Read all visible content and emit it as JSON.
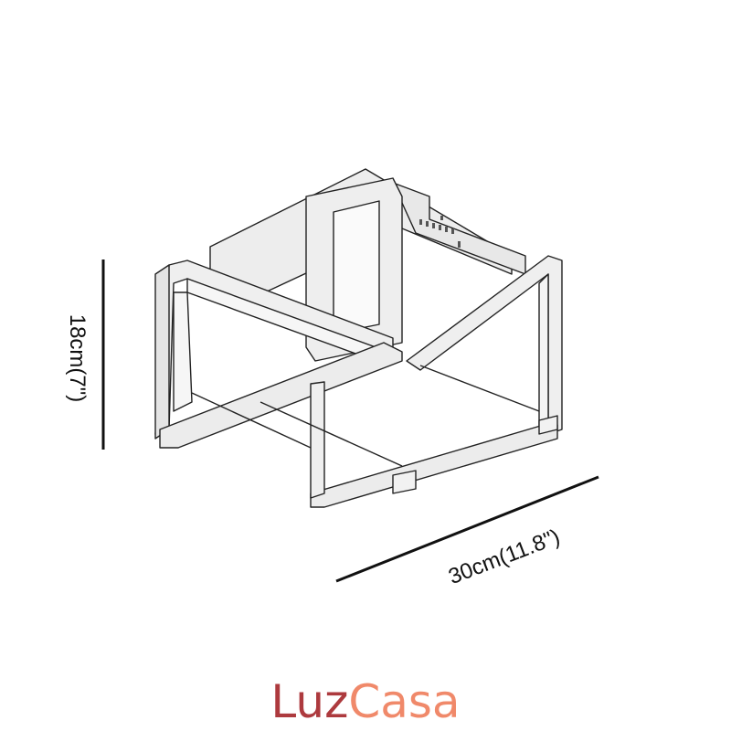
{
  "diagram": {
    "subject": "square-frame-ceiling-lamp",
    "height_label": "18cm(7\")",
    "width_label": "30cm(11.8\")"
  },
  "brand": {
    "part1": "Luz",
    "part2": "Casa",
    "color1": "#ad3a3e",
    "color2": "#f0896a"
  }
}
